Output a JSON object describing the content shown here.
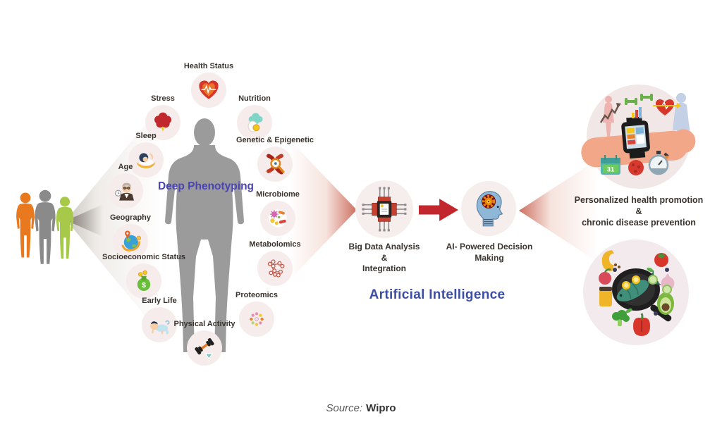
{
  "source": {
    "prefix": "Source:",
    "name": "Wipro"
  },
  "phenotyping": {
    "title": "Deep Phenotyping",
    "currency_glyph": "$",
    "factors": [
      {
        "label": "Health Status",
        "icon": "heart-pulse-icon"
      },
      {
        "label": "Stress",
        "icon": "brain-icon"
      },
      {
        "label": "Sleep",
        "icon": "sleeping-person-icon"
      },
      {
        "label": "Age",
        "icon": "elderly-man-clock-icon"
      },
      {
        "label": "Geography",
        "icon": "globe-pin-icon"
      },
      {
        "label": "Socioeconomic Status",
        "icon": "money-bag-icon"
      },
      {
        "label": "Early Life",
        "icon": "crawling-baby-icon"
      },
      {
        "label": "Physical Activity",
        "icon": "dumbbell-icon"
      },
      {
        "label": "Nutrition",
        "icon": "healthy-food-icon"
      },
      {
        "label": "Genetic & Epigenetic",
        "icon": "dna-magnifier-icon"
      },
      {
        "label": "Microbiome",
        "icon": "microbes-icon"
      },
      {
        "label": "Metabolomics",
        "icon": "molecule-rings-icon"
      },
      {
        "label": "Proteomics",
        "icon": "protein-cluster-icon"
      }
    ]
  },
  "ai_stage": {
    "big_data_label": "Big Data Analysis\n&\nIntegration",
    "decision_label": "AI- Powered Decision\nMaking",
    "section_title": "Artificial Intelligence",
    "big_data_icon": "circuit-chip-icon",
    "decision_icon": "ai-head-gear-icon"
  },
  "outcome": {
    "caption": "Personalized health promotion\n&\nchronic disease prevention",
    "calendar_day": "31",
    "top_image": "smartwatch-wrist-monitoring",
    "bottom_image": "healthy-food-plate"
  },
  "colors": {
    "deep_phenotyping_text": "#4a43b5",
    "artificial_intelligence_text": "#3d4fa4",
    "arrow_red": "#c1272d",
    "factor_circle_bg": "#f5eceb",
    "body_silhouette": "#9b9b9b"
  }
}
